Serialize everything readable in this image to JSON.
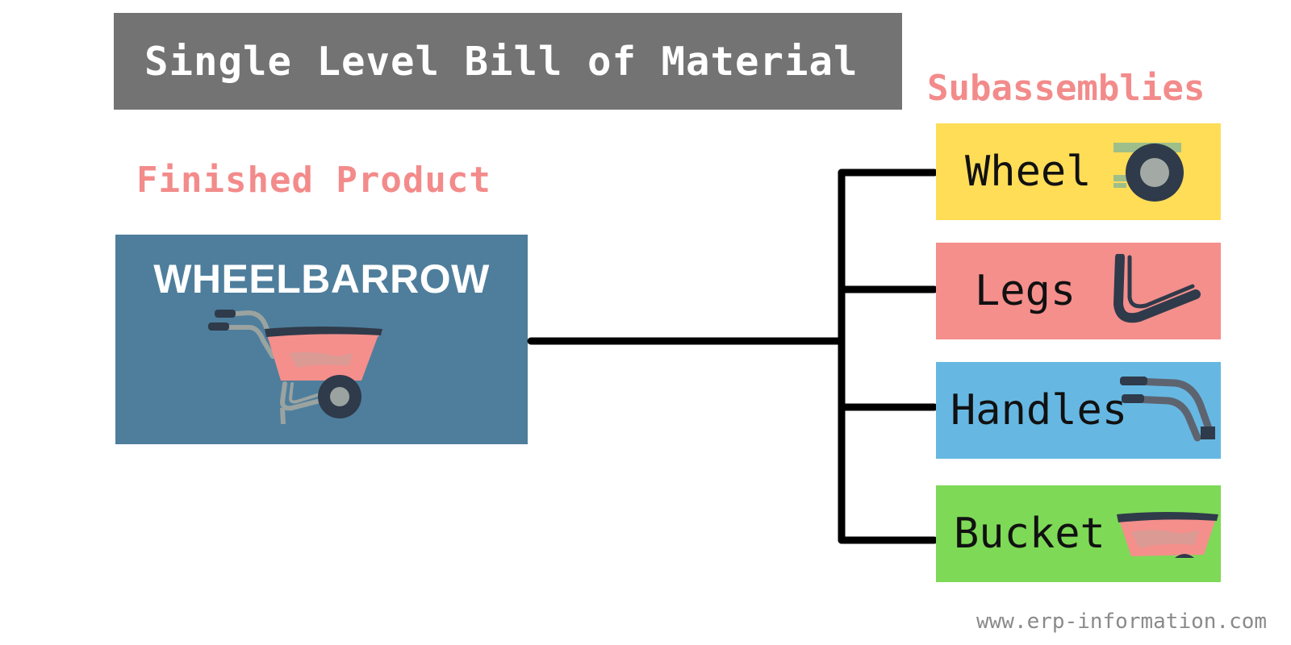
{
  "title": "Single Level Bill of Material",
  "finished_product": {
    "heading": "Finished Product",
    "name": "WHEELBARROW"
  },
  "subassemblies": {
    "heading": "Subassemblies",
    "items": [
      {
        "label": "Wheel",
        "color": "#ffdd57",
        "icon": "wheel-icon"
      },
      {
        "label": "Legs",
        "color": "#f48f8c",
        "icon": "legs-icon"
      },
      {
        "label": "Handles",
        "color": "#66b8e3",
        "icon": "handles-icon"
      },
      {
        "label": "Bucket",
        "color": "#7ed957",
        "icon": "bucket-icon"
      }
    ]
  },
  "website": "www.erp-information.com",
  "colors": {
    "title_bg": "#737373",
    "heading": "#f38b8b",
    "product_bg": "#4e7e9c",
    "connector": "#000000"
  }
}
